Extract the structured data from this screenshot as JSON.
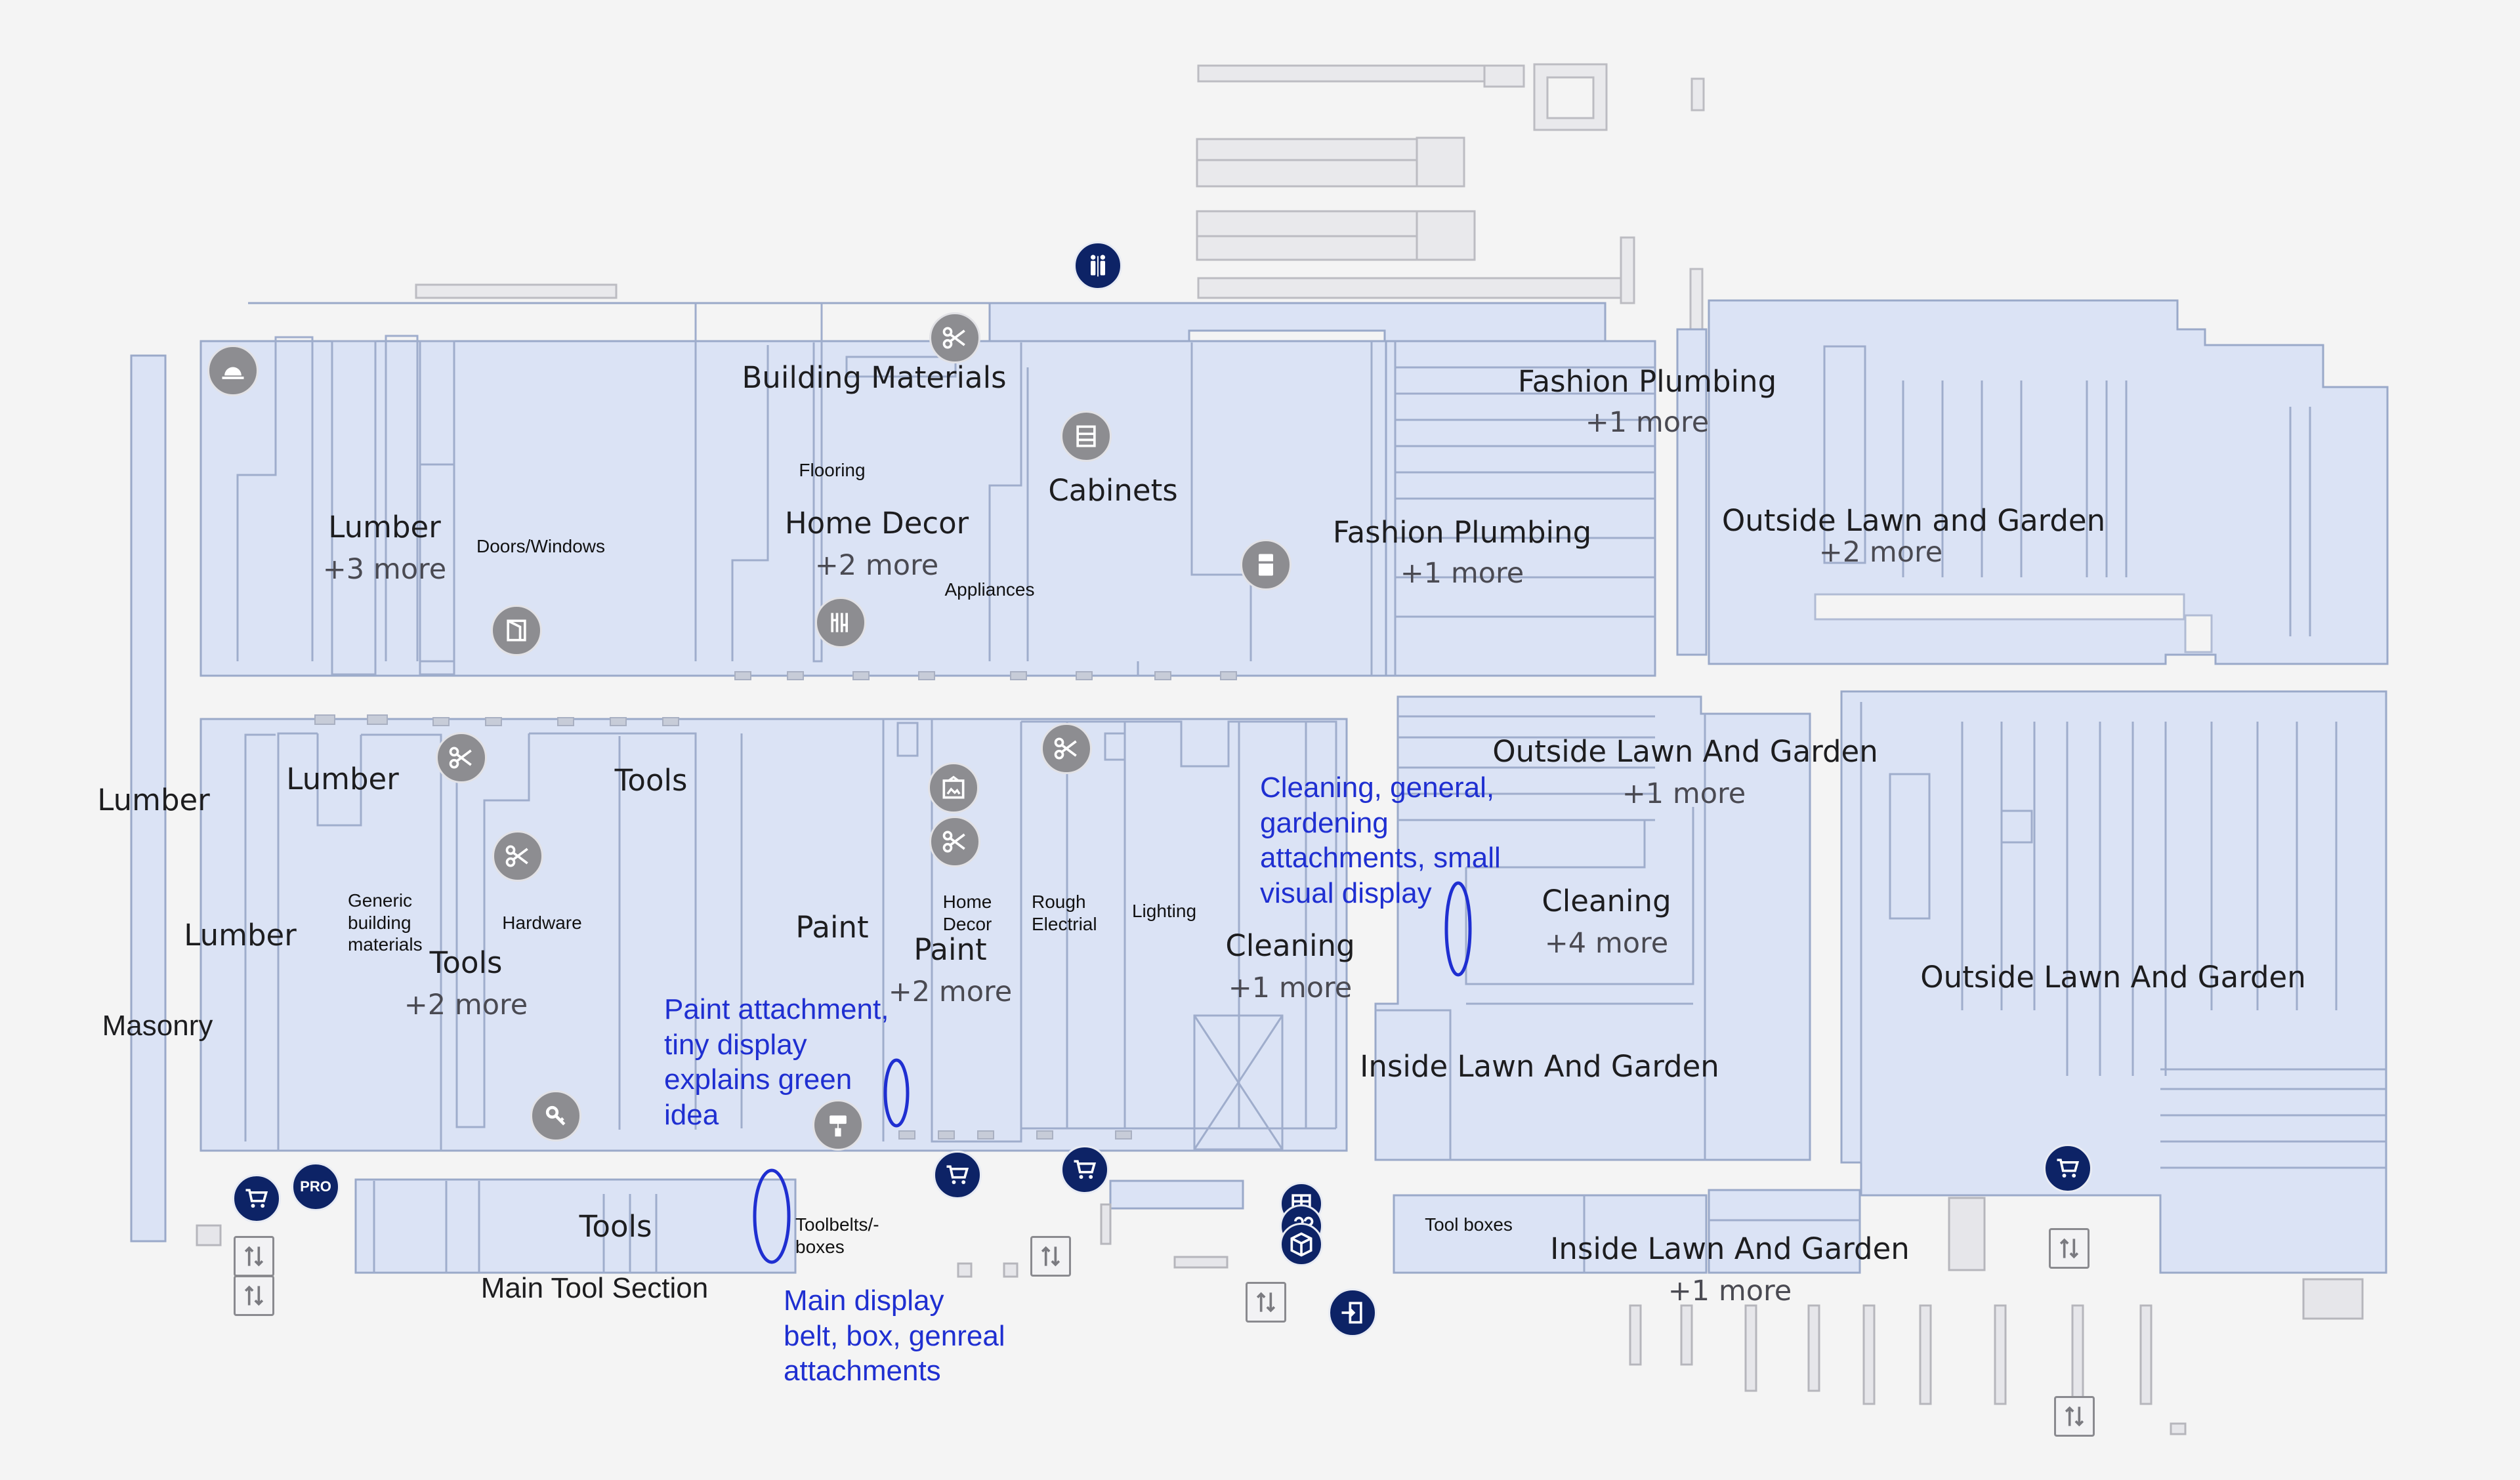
{
  "departments": {
    "building_materials": "Building Materials",
    "flooring": "Flooring",
    "home_decor_top": "Home Decor",
    "home_decor_top_more": "+2 more",
    "appliances": "Appliances",
    "cabinets": "Cabinets",
    "lumber_top": "Lumber",
    "lumber_top_more": "+3 more",
    "doors_windows": "Doors/Windows",
    "fashion_plumbing_1": "Fashion Plumbing",
    "fashion_plumbing_1_more": "+1 more",
    "fashion_plumbing_2": "Fashion Plumbing",
    "fashion_plumbing_2_more": "+1 more",
    "outside_lg_top": "Outside Lawn and Garden",
    "outside_lg_top_more": "+2 more",
    "lumber_left": "Lumber",
    "masonry": "Masonry",
    "lumber_mid": "Lumber",
    "lumber_low": "Lumber",
    "generic_building_materials": [
      "Generic",
      "building",
      "materials"
    ],
    "tools_mid": "Tools",
    "tools_low": "Tools",
    "tools_low_more": "+2 more",
    "hardware": "Hardware",
    "paint_1": "Paint",
    "paint_2": "Paint",
    "paint_2_more": "+2 more",
    "home_decor_small": [
      "Home",
      "Decor"
    ],
    "rough_electrical": [
      "Rough",
      "Electrial"
    ],
    "lighting": "Lighting",
    "cleaning_1": "Cleaning",
    "cleaning_1_more": "+1 more",
    "outside_lg_mid": "Outside Lawn And Garden",
    "outside_lg_mid_more": "+1 more",
    "cleaning_2": "Cleaning",
    "cleaning_2_more": "+4 more",
    "inside_lg_1": "Inside Lawn And Garden",
    "outside_lg_right": "Outside Lawn And Garden",
    "tools_bottom": "Tools",
    "toolbelts_boxes": [
      "Toolbelts/-",
      "boxes"
    ],
    "tool_boxes": "Tool boxes",
    "inside_lg_2": "Inside Lawn And Garden",
    "inside_lg_2_more": "+1 more"
  },
  "annotations": {
    "main_tool_section": "Main Tool Section",
    "paint_attachment": [
      "Paint attachment,",
      "tiny display",
      "explains green",
      "idea"
    ],
    "main_display": [
      "Main display",
      "belt, box, genreal",
      "attachments"
    ],
    "cleaning_note": [
      "Cleaning, general,",
      "gardening",
      "attachments, small",
      "visual display"
    ]
  },
  "icons": {
    "pro_label": "PRO",
    "restroom": "restroom-icon",
    "checkout": "cart-icon",
    "elevator": "elevator-icon",
    "cut_service": "scissors-icon",
    "exit": "exit-icon"
  },
  "colors": {
    "background": "#f4f4f4",
    "department_fill": "#dbe3f5",
    "department_stroke": "#9aa9c9",
    "annotation": "#1f2fd1",
    "service_navy": "#0d2366",
    "service_gray": "#8d8d91"
  }
}
